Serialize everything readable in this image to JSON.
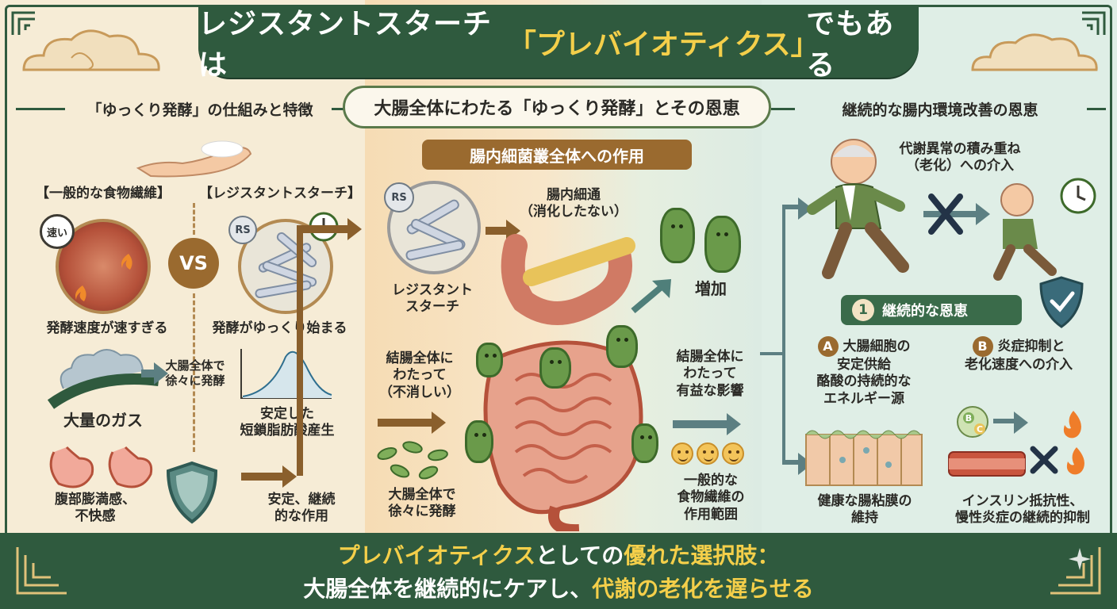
{
  "colors": {
    "dark_green": "#2f5a3e",
    "brown": "#9a6a2f",
    "highlight_yellow": "#f4cf4a"
  },
  "title": {
    "prefix": "レジスタントスターチは",
    "highlight": "「プレバイオティクス」",
    "suffix": "でもある"
  },
  "sections": {
    "left_header": "「ゆっくり発酵」の仕組みと特徴",
    "center_header": "大腸全体にわたる「ゆっくり発酵」とその恩恵",
    "right_header": "継続的な腸内環境改善の恩恵"
  },
  "left": {
    "general_fiber_label": "【一般的な食物繊維】",
    "rs_label": "【レジスタントスターチ】",
    "fast_tag": "速い",
    "rs_tag": "RS",
    "vs": "VS",
    "fast_fermentation": "発酵速度が速すぎる",
    "slow_start": "発酵がゆっくり始まる",
    "gradual_line1": "大腸全体で",
    "gradual_line2": "徐々に発酵",
    "gas": "大量のガス",
    "scfa_line1": "安定した",
    "scfa_line2": "短鎖脂肪酸産生",
    "discomfort_line1": "腹部膨満感、",
    "discomfort_line2": "不快感",
    "stable_line1": "安定、継続",
    "stable_line2": "的な作用"
  },
  "center": {
    "flora_pill": "腸内細菌叢全体への作用",
    "rs_tag": "RS",
    "rs_line1": "レジスタント",
    "rs_line2": "スターチ",
    "passage_line1": "腸内細通",
    "passage_line2": "（消化したない）",
    "increase": "増加",
    "colon_left_line1": "結腸全体に",
    "colon_left_line2": "わたって",
    "colon_left_line3": "（不消しい）",
    "gradual_line1": "大腸全体で",
    "gradual_line2": "徐々に発酵",
    "colon_right_line1": "結腸全体に",
    "colon_right_line2": "わたって",
    "colon_right_line3": "有益な影響",
    "range_line1": "一般的な",
    "range_line2": "食物繊維の",
    "range_line3": "作用範囲"
  },
  "right": {
    "aging_line1": "代謝異常の積み重ね",
    "aging_line2": "（老化）への介入",
    "benefit_num": "1",
    "benefit_pill": "継続的な恩恵",
    "a_letter": "A",
    "a_line1": "大腸細胞の",
    "a_line2": "安定供給",
    "a_line3": "酪酸の持続的な",
    "a_line4": "エネルギー源",
    "b_letter": "B",
    "b_line1": "炎症抑制と",
    "b_line2": "老化速度への介入",
    "vit_b": "B",
    "vit_c": "C",
    "mucosa_line1": "健康な腸粘膜の",
    "mucosa_line2": "維持",
    "insulin_line1": "インスリン抵抗性、",
    "insulin_line2": "慢性炎症の継続的抑制"
  },
  "bottom": {
    "line1_hi": "プレバイオティクス",
    "line1_mid": "としての",
    "line1_hi2": "優れた選択肢：",
    "line2_pre": "大腸全体を継続的にケアし、",
    "line2_hi": "代謝の老化を遅らせる"
  }
}
